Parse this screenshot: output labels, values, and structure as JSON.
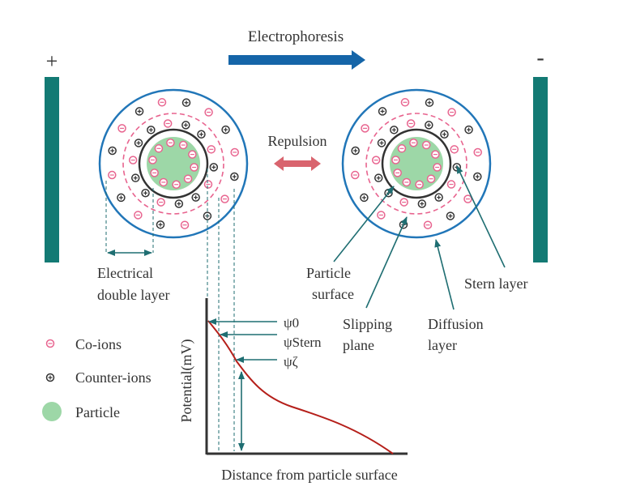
{
  "title": "Electrophoresis",
  "electrodes": {
    "positive": "+",
    "negative": "-"
  },
  "interaction": "Repulsion",
  "labels": {
    "edl_line1": "Electrical",
    "edl_line2": "double layer",
    "particle_surface_line1": "Particle",
    "particle_surface_line2": "surface",
    "stern_layer": "Stern layer",
    "slipping_line1": "Slipping",
    "slipping_line2": "plane",
    "diffusion_line1": "Diffusion",
    "diffusion_line2": "layer"
  },
  "legend": [
    {
      "symbol": "co-ion",
      "label": "Co-ions"
    },
    {
      "symbol": "counter-ion",
      "label": "Counter-ions"
    },
    {
      "symbol": "particle",
      "label": "Particle"
    }
  ],
  "plot": {
    "ylabel": "Potential(mV)",
    "xlabel": "Distance from particle surface",
    "psi0": "ψ0",
    "psi_stern": "ψStern",
    "psi_zeta": "ψζ"
  },
  "colors": {
    "electrode": "#137a74",
    "arrow_blue": "#1565a8",
    "repulsion": "#d9646e",
    "outer_ring": "#2176b8",
    "pink": "#e8648f",
    "dark_ring": "#333333",
    "particle": "#9dd7a7",
    "curve": "#b51f1a",
    "teal": "#1f6e72"
  }
}
